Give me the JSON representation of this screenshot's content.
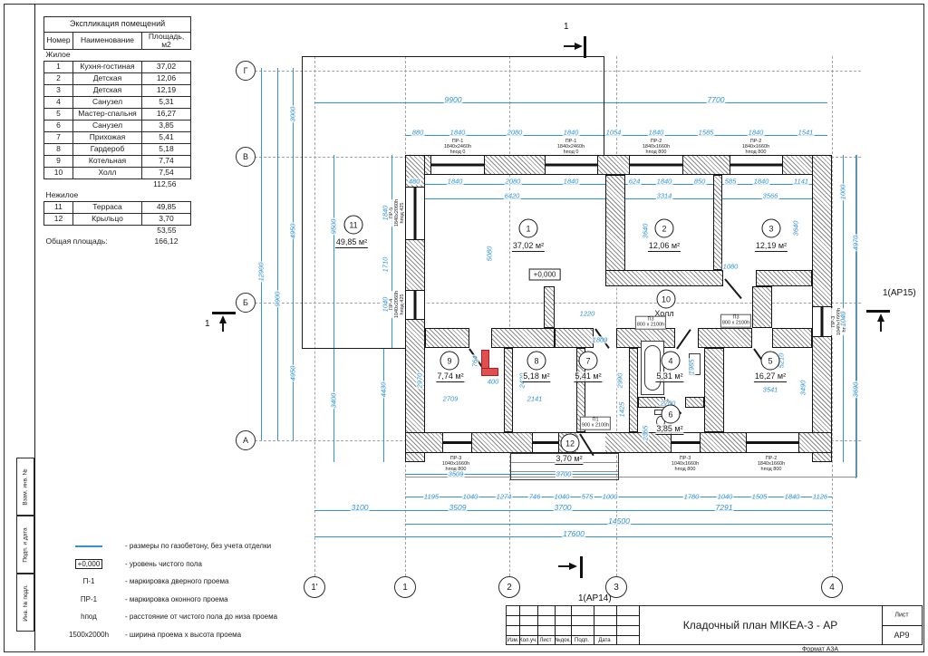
{
  "sheet": {
    "format": "Формат А3А",
    "stamp": [
      "Взам. инв. №",
      "Подп. и дата",
      "Инв. № подл."
    ]
  },
  "titleblock": {
    "cols": [
      "Изм.",
      "Кол.уч.",
      "Лист",
      "№док.",
      "Подп.",
      "Дата"
    ],
    "title": "Кладочный план  MIKEA-3 - АР",
    "sheet_label": "Лист",
    "sheet_value": "АР9"
  },
  "table": {
    "title": "Экспликация помещений",
    "h": [
      "Номер",
      "Наименование",
      "Площадь, м2"
    ],
    "g1": "Жилое",
    "rows1": [
      [
        "1",
        "Кухня-гостиная",
        "37,02"
      ],
      [
        "2",
        "Детская",
        "12,06"
      ],
      [
        "3",
        "Детская",
        "12,19"
      ],
      [
        "4",
        "Санузел",
        "5,31"
      ],
      [
        "5",
        "Мастер-спальня",
        "16,27"
      ],
      [
        "6",
        "Санузел",
        "3,85"
      ],
      [
        "7",
        "Прихожая",
        "5,41"
      ],
      [
        "8",
        "Гардероб",
        "5,18"
      ],
      [
        "9",
        "Котельная",
        "7,74"
      ],
      [
        "10",
        "Холл",
        "7,54"
      ]
    ],
    "s1": "112,56",
    "g2": "Нежилое",
    "rows2": [
      [
        "11",
        "Терраса",
        "49,85"
      ],
      [
        "12",
        "Крыльцо",
        "3,70"
      ]
    ],
    "s2": "53,55",
    "total_label": "Общая площадь:",
    "total": "166,12"
  },
  "legend": {
    "syms": [
      "",
      "+0,000",
      "П-1",
      "ПР-1",
      "hпод",
      "1500x2000h"
    ],
    "texts": [
      "- размеры по газобетону, без учета отделки",
      "- уровень чистого пола",
      "- маркировка дверного проема",
      "- маркировка оконного проема",
      "- расстояние от чистого пола до низа проема",
      "- ширина проема x высота проема"
    ]
  },
  "plan": {
    "axes_h": [
      "Г",
      "В",
      "Б",
      "А"
    ],
    "axes_v": [
      "1'",
      "1",
      "2",
      "3",
      "4"
    ],
    "sec_top": "1",
    "sec_bottom": "1(АР14)",
    "sec_right": "1(АР15)",
    "sec_left": "1",
    "level": "+0,000",
    "hall_name": "Холл",
    "rooms": [
      {
        "n": "1",
        "a": "37,02 м²"
      },
      {
        "n": "2",
        "a": "12,06 м²"
      },
      {
        "n": "3",
        "a": "12,19 м²"
      },
      {
        "n": "4",
        "a": "5,31 м²"
      },
      {
        "n": "5",
        "a": "16,27 м²"
      },
      {
        "n": "6",
        "a": "3,85 м²"
      },
      {
        "n": "7",
        "a": "5,41 м²"
      },
      {
        "n": "8",
        "a": "5,18 м²"
      },
      {
        "n": "9",
        "a": "7,74 м²"
      },
      {
        "n": "10"
      },
      {
        "n": "11",
        "a": "49,85 м²"
      },
      {
        "n": "12",
        "a": "3,70 м²"
      }
    ],
    "win": {
      "pr1": "ПР-1\n1840x2460h\nhпод 0",
      "pr2": "ПР-2\n1840x1660h\nhпод 800",
      "pr3": "ПР-3\n1040x1660h\nhпод 800",
      "pr4": "ПР-4\n1040x2060h\nhпод 425",
      "pr5": "ПР-5\n1840x2060h\nhпод 425"
    },
    "doors": {
      "p3": "П3\n800 x 2100h",
      "p1": "П1\n900 x 2100h"
    },
    "dims": [
      "9900",
      "7700",
      "880",
      "1840",
      "2080",
      "1840",
      "1054",
      "1840",
      "1585",
      "1840",
      "1541",
      "480",
      "1840",
      "2080",
      "1840",
      "624",
      "1840",
      "850",
      "585",
      "1840",
      "1141",
      "6420",
      "3314",
      "3566",
      "3000",
      "12900",
      "9900",
      "4950",
      "4950",
      "9500",
      "3400",
      "4430",
      "5080",
      "3640",
      "3640",
      "2970",
      "2420",
      "2990",
      "1965",
      "5210",
      "3490",
      "1220",
      "1809",
      "2709",
      "2141",
      "2700",
      "3541",
      "1080",
      "3509",
      "3700",
      "1195",
      "1040",
      "1274",
      "746",
      "1040",
      "575",
      "1000",
      "1780",
      "1040",
      "1505",
      "1840",
      "1126",
      "3100",
      "3509",
      "3700",
      "7291",
      "14500",
      "17600",
      "1000",
      "4970",
      "1040",
      "3690",
      "764",
      "400",
      "1840",
      "1710",
      "1040",
      "2365",
      "1425"
    ]
  }
}
